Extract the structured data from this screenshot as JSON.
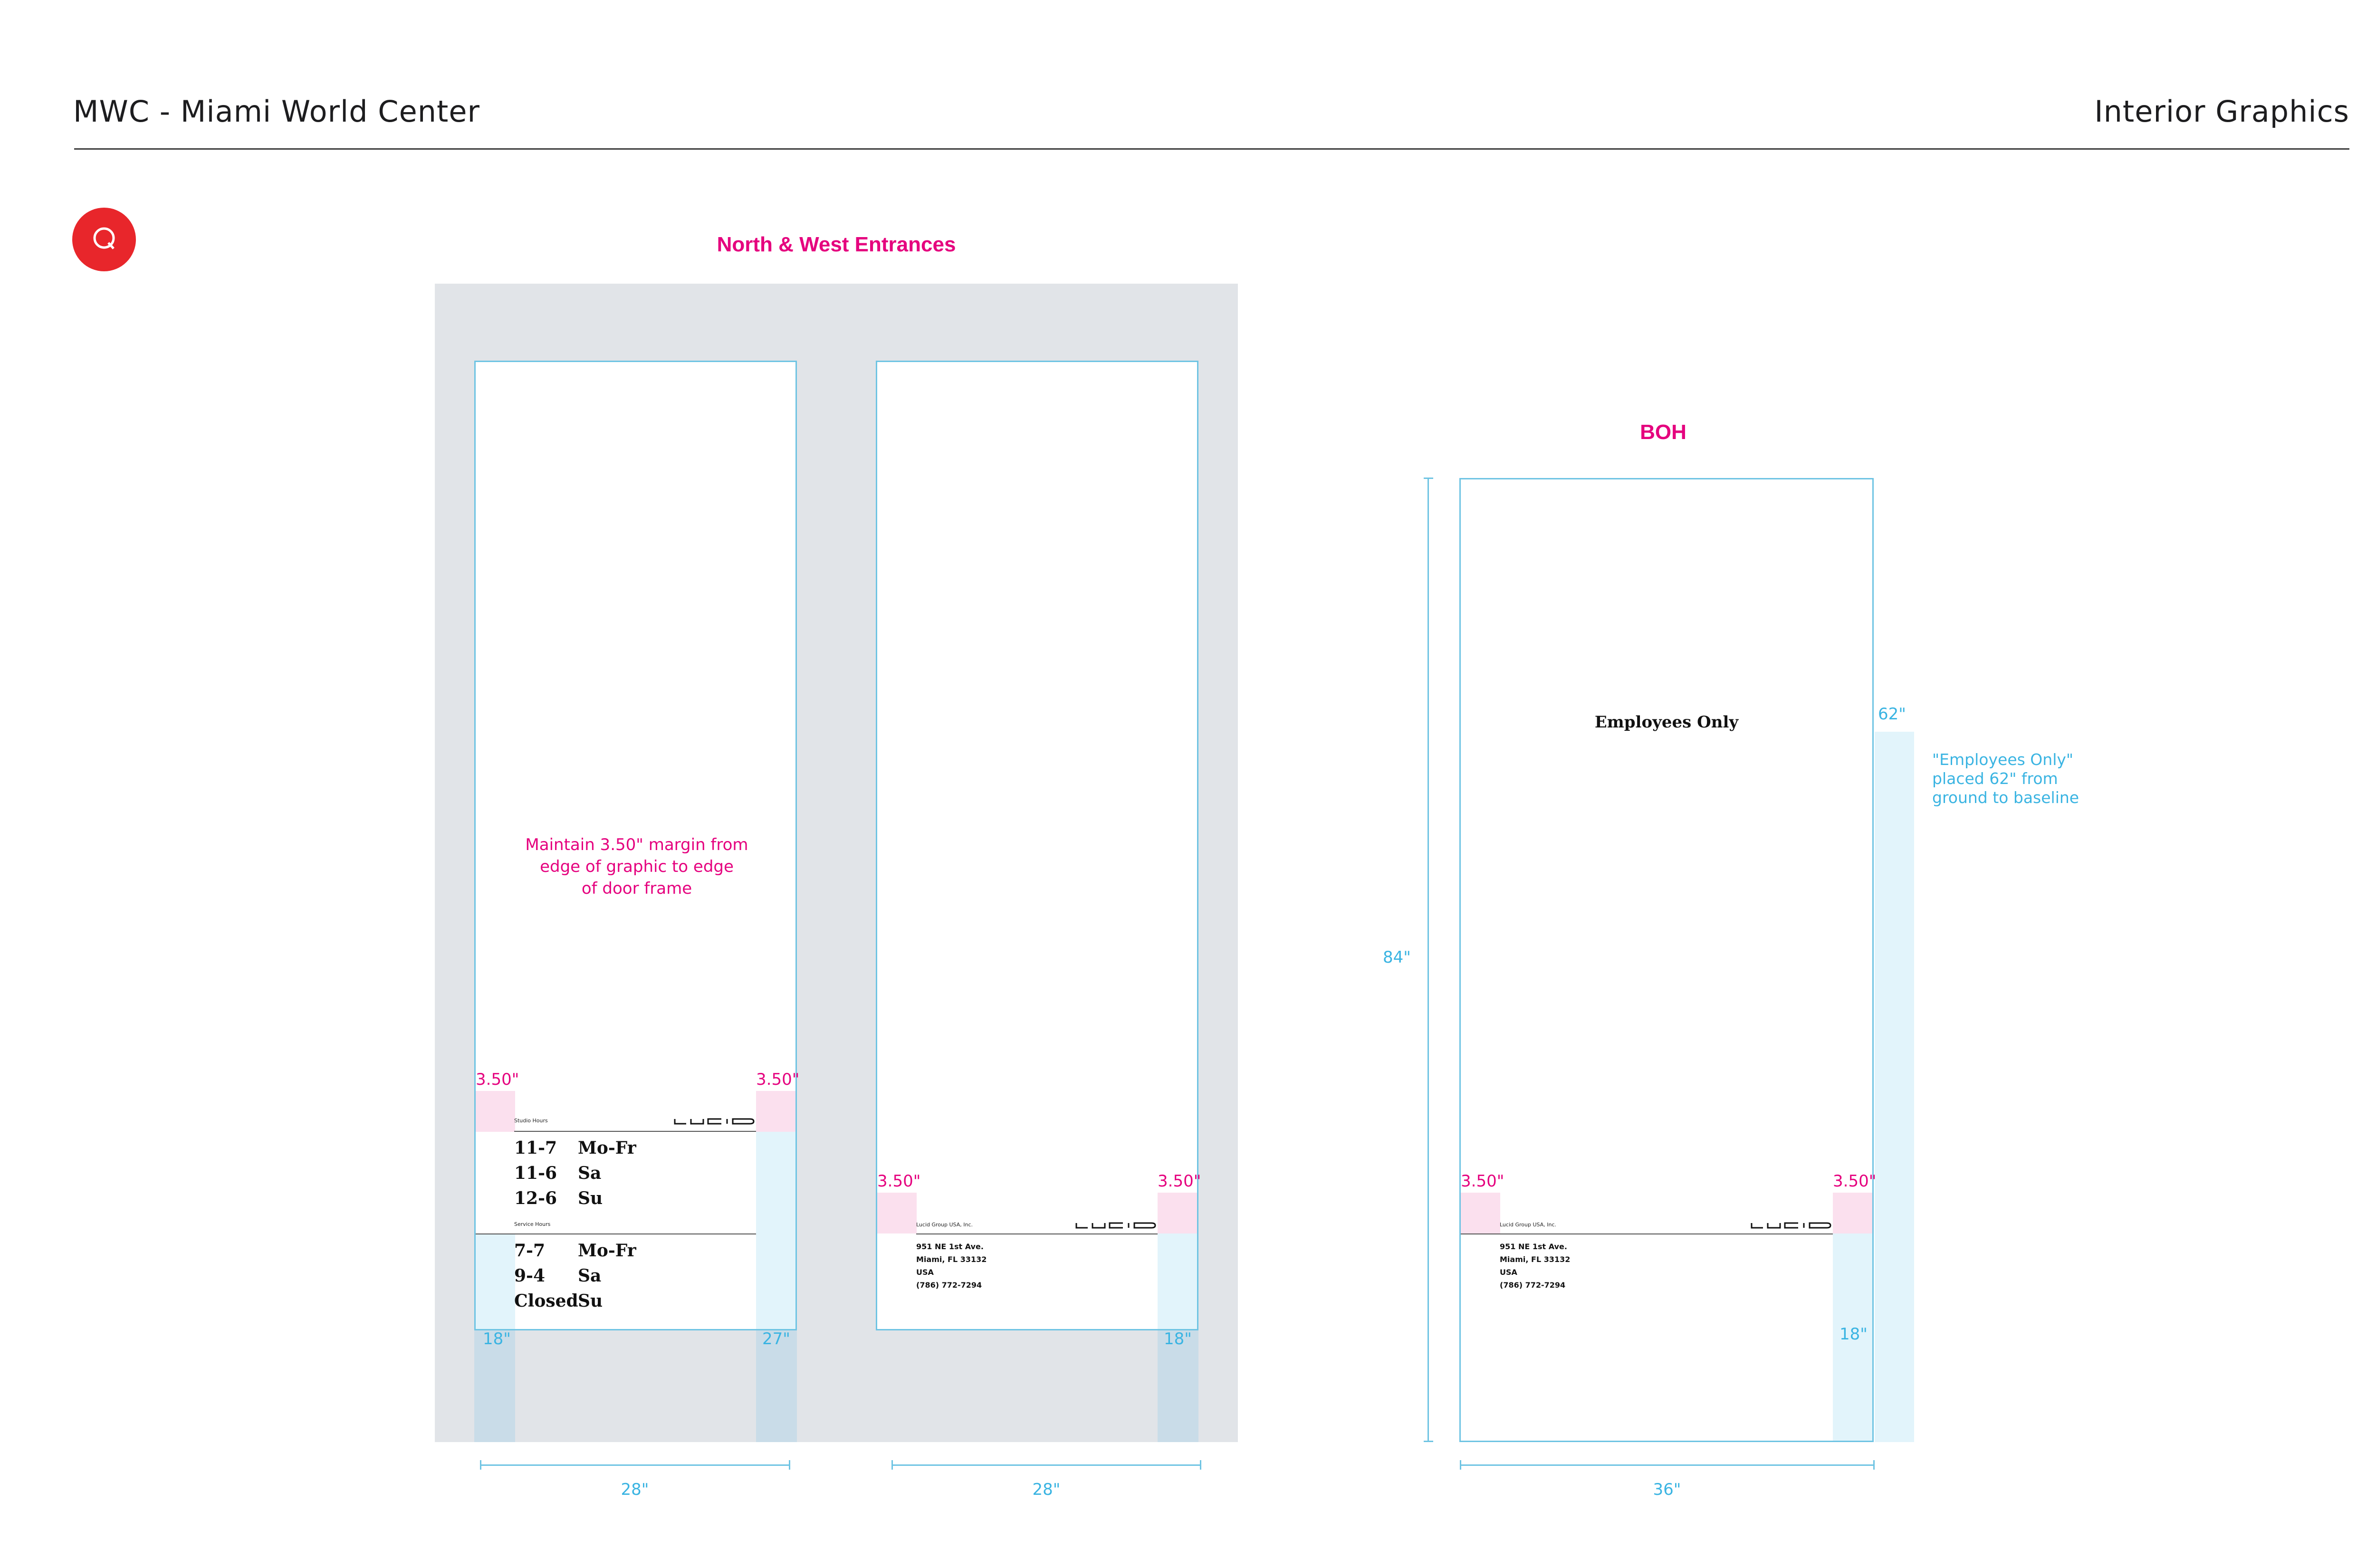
{
  "header": {
    "left_title": "MWC - Miami World Center",
    "right_title": "Interior Graphics",
    "badge_letter": "Q",
    "accent_color": "#e8262b"
  },
  "north_west": {
    "title": "North & West Entrances",
    "margin_note": "Maintain 3.50\" margin from edge of graphic to edge of door frame",
    "margin_note_lines": [
      "Maintain 3.50\" margin from",
      "edge of graphic to edge",
      "of door frame"
    ],
    "door1": {
      "margin_left": "3.50\"",
      "margin_right": "3.50\"",
      "studio_hours_label": "Studio Hours",
      "service_hours_label": "Service Hours",
      "logo": "LUCID",
      "studio_hours": [
        {
          "time": "11-7",
          "day": "Mo-Fr"
        },
        {
          "time": "11-6",
          "day": "Sa"
        },
        {
          "time": "12-6",
          "day": "Su"
        }
      ],
      "service_hours": [
        {
          "time": "7-7",
          "day": "Mo-Fr"
        },
        {
          "time": "9-4",
          "day": "Sa"
        },
        {
          "time": "Closed",
          "day": "Su"
        }
      ],
      "dim_left": "18\"",
      "dim_right": "27\"",
      "width": "28\""
    },
    "door2": {
      "margin_left": "3.50\"",
      "margin_right": "3.50\"",
      "company": "Lucid Group USA, Inc.",
      "logo": "LUCID",
      "address": [
        "951 NE 1st Ave.",
        "Miami, FL 33132",
        "USA",
        "(786) 772-7294"
      ],
      "dim_right": "18\"",
      "width": "28\""
    }
  },
  "boh": {
    "title": "BOH",
    "sign_text": "Employees Only",
    "height": "84\"",
    "sign_height": "62\"",
    "sign_note": "\"Employees Only\" placed 62\" from ground to baseline",
    "sign_note_lines": [
      "\"Employees Only\"",
      "placed 62\" from",
      "ground to baseline"
    ],
    "margin_left": "3.50\"",
    "margin_right": "3.50\"",
    "company": "Lucid Group USA, Inc.",
    "logo": "LUCID",
    "address": [
      "951 NE 1st Ave.",
      "Miami, FL 33132",
      "USA",
      "(786) 772-7294"
    ],
    "dim_right": "18\"",
    "width": "36\""
  },
  "colors": {
    "magenta": "#e5007e",
    "blue": "#3ab4e2",
    "wall": "#e1e4e8"
  }
}
